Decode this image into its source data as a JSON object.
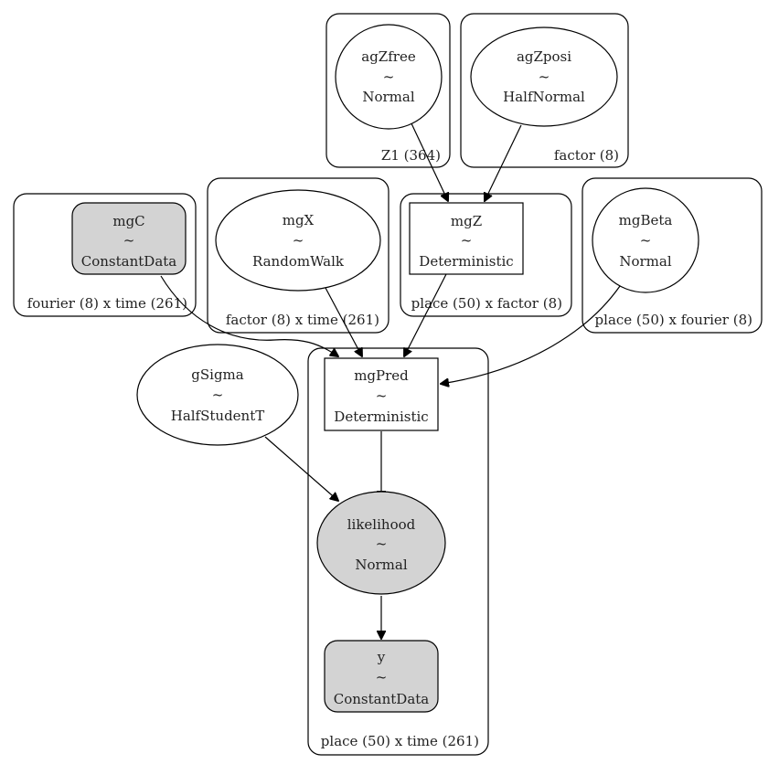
{
  "plates": {
    "z1": "Z1 (364)",
    "factor": "factor (8)",
    "fourier_time": "fourier (8) x time (261)",
    "factor_time": "factor (8) x time (261)",
    "place_factor": "place (50) x factor (8)",
    "place_fourier": "place (50) x fourier (8)",
    "place_time": "place (50) x time (261)"
  },
  "nodes": {
    "agZfree": {
      "name": "agZfree",
      "sep": "~",
      "dist": "Normal"
    },
    "agZposi": {
      "name": "agZposi",
      "sep": "~",
      "dist": "HalfNormal"
    },
    "mgC": {
      "name": "mgC",
      "sep": "~",
      "dist": "ConstantData"
    },
    "mgX": {
      "name": "mgX",
      "sep": "~",
      "dist": "RandomWalk"
    },
    "mgZ": {
      "name": "mgZ",
      "sep": "~",
      "dist": "Deterministic"
    },
    "mgBeta": {
      "name": "mgBeta",
      "sep": "~",
      "dist": "Normal"
    },
    "gSigma": {
      "name": "gSigma",
      "sep": "~",
      "dist": "HalfStudentT"
    },
    "mgPred": {
      "name": "mgPred",
      "sep": "~",
      "dist": "Deterministic"
    },
    "likelihood": {
      "name": "likelihood",
      "sep": "~",
      "dist": "Normal"
    },
    "y": {
      "name": "y",
      "sep": "~",
      "dist": "ConstantData"
    }
  },
  "edges": [
    {
      "from": "agZfree",
      "to": "mgZ"
    },
    {
      "from": "agZposi",
      "to": "mgZ"
    },
    {
      "from": "mgC",
      "to": "mgPred"
    },
    {
      "from": "mgX",
      "to": "mgPred"
    },
    {
      "from": "mgZ",
      "to": "mgPred"
    },
    {
      "from": "mgBeta",
      "to": "mgPred"
    },
    {
      "from": "gSigma",
      "to": "likelihood"
    },
    {
      "from": "mgPred",
      "to": "likelihood"
    },
    {
      "from": "likelihood",
      "to": "y"
    }
  ],
  "colors": {
    "observed_fill": "#d3d3d3",
    "stroke": "#000000"
  }
}
